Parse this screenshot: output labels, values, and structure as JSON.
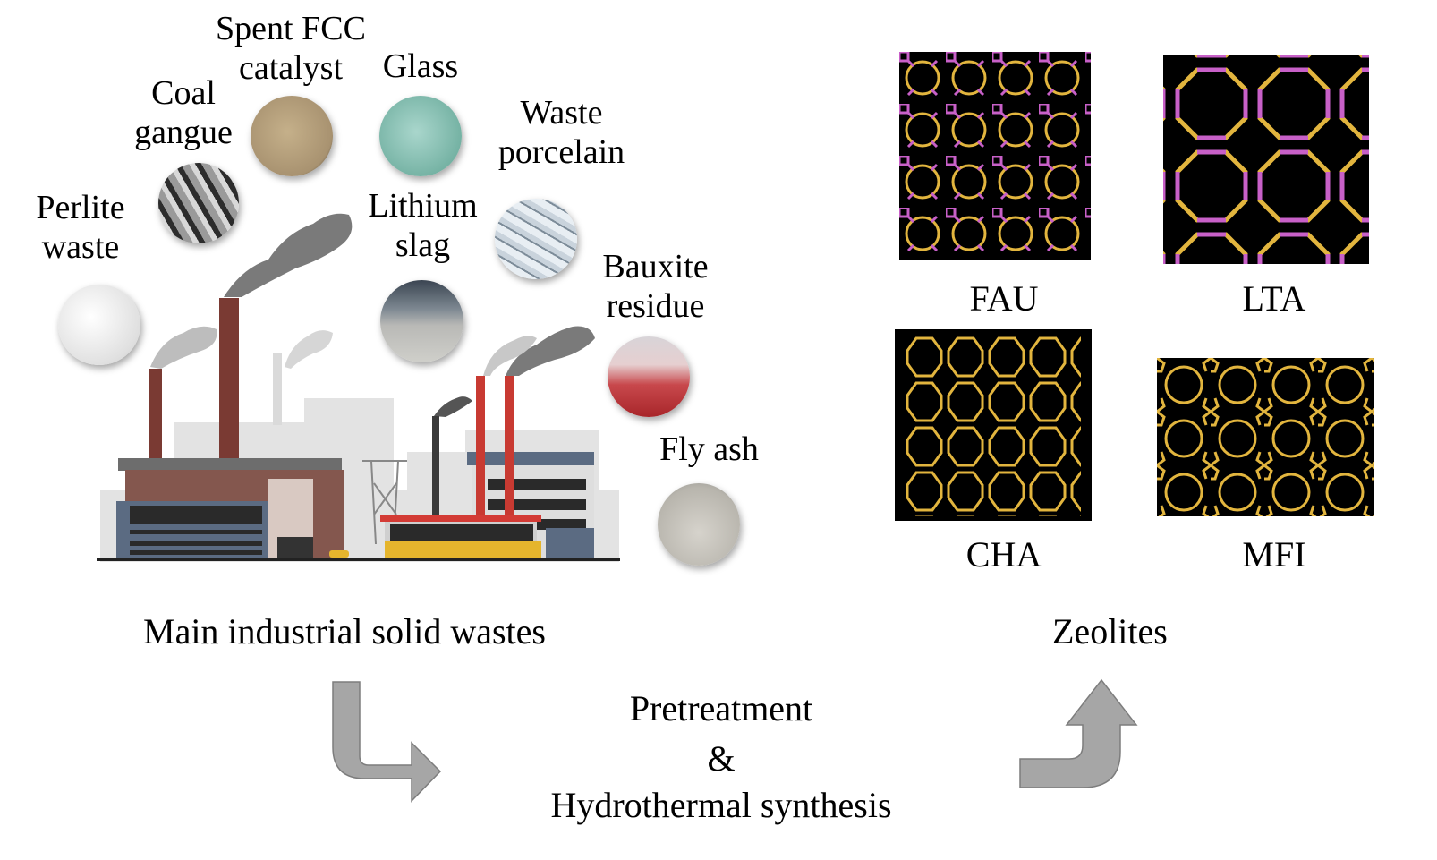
{
  "wastes": {
    "title": "Main industrial solid wastes",
    "items": [
      {
        "label": "Perlite waste",
        "line1": "Perlite",
        "line2": "waste",
        "color": "#f2f2f2"
      },
      {
        "label": "Coal gangue",
        "line1": "Coal",
        "line2": "gangue",
        "color": "#6e6e6e"
      },
      {
        "label": "Spent FCC catalyst",
        "line1": "Spent FCC",
        "line2": "catalyst",
        "color": "#b9a37a"
      },
      {
        "label": "Glass",
        "line1": "Glass",
        "line2": "",
        "color": "#7fbcb0"
      },
      {
        "label": "Waste porcelain",
        "line1": "Waste",
        "line2": "porcelain",
        "color": "#c9d3dc"
      },
      {
        "label": "Lithium slag",
        "line1": "Lithium",
        "line2": "slag",
        "color": "#8f9599"
      },
      {
        "label": "Bauxite residue",
        "line1": "Bauxite",
        "line2": "residue",
        "color": "#c8484c"
      },
      {
        "label": "Fly ash",
        "line1": "Fly ash",
        "line2": "",
        "color": "#c4c1b9"
      }
    ]
  },
  "process": {
    "line1": "Pretreatment",
    "line2": "&",
    "line3": "Hydrothermal synthesis"
  },
  "zeolites": {
    "title": "Zeolites",
    "items": [
      {
        "name": "FAU",
        "colors": [
          "#e2b53e",
          "#c860c8"
        ]
      },
      {
        "name": "LTA",
        "colors": [
          "#e2b53e",
          "#c860c8"
        ]
      },
      {
        "name": "CHA",
        "colors": [
          "#e2b53e"
        ]
      },
      {
        "name": "MFI",
        "colors": [
          "#e2b53e"
        ]
      }
    ]
  }
}
